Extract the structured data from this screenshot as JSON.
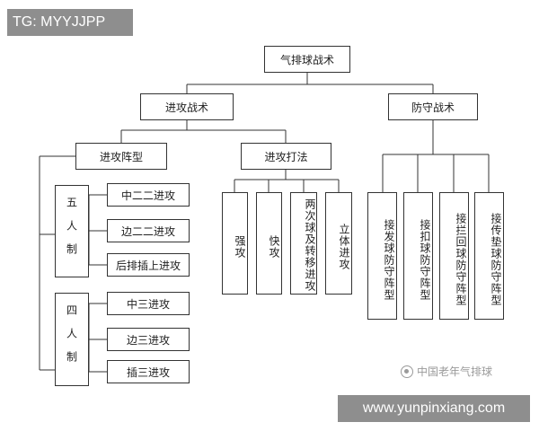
{
  "watermarks": {
    "top": "TG: MYYJJPP",
    "bottom": "www.yunpinxiang.com",
    "brand": "中国老年气排球"
  },
  "diagram": {
    "root": "气排球战术",
    "attack": "进攻战术",
    "defense": "防守战术",
    "formation": "进攻阵型",
    "methods": "进攻打法",
    "five_person": "五人制",
    "four_person": "四人制",
    "five_items": [
      "中二二进攻",
      "边二二进攻",
      "后排插上进攻"
    ],
    "four_items": [
      "中三进攻",
      "边三进攻",
      "插三进攻"
    ],
    "method_items": [
      "强攻",
      "快攻",
      "两次球及转移进攻",
      "立体进攻"
    ],
    "defense_items": [
      "接发球防守阵型",
      "接扣球防守阵型",
      "接拦回球防守阵型",
      "接传垫球防守阵型"
    ]
  }
}
